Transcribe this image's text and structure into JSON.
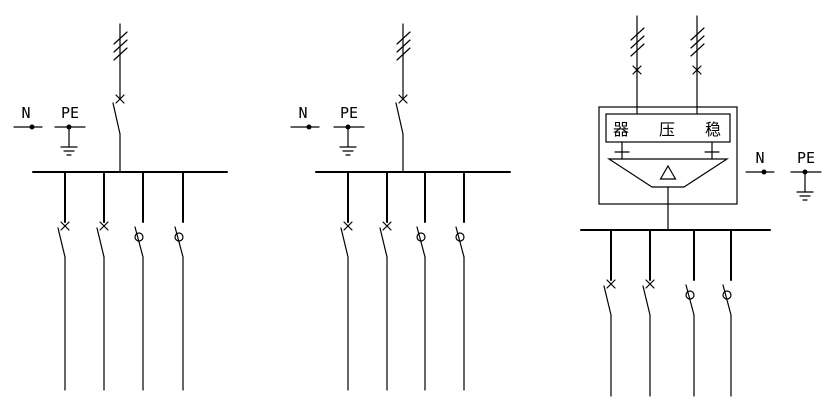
{
  "diagrams": {
    "left": {
      "n_label": "N",
      "pe_label": "PE"
    },
    "middle": {
      "n_label": "N",
      "pe_label": "PE"
    },
    "right": {
      "n_label": "N",
      "pe_label": "PE",
      "regulator_label": "器压稳"
    }
  },
  "colors": {
    "line": "#000000",
    "background": "#ffffff"
  }
}
